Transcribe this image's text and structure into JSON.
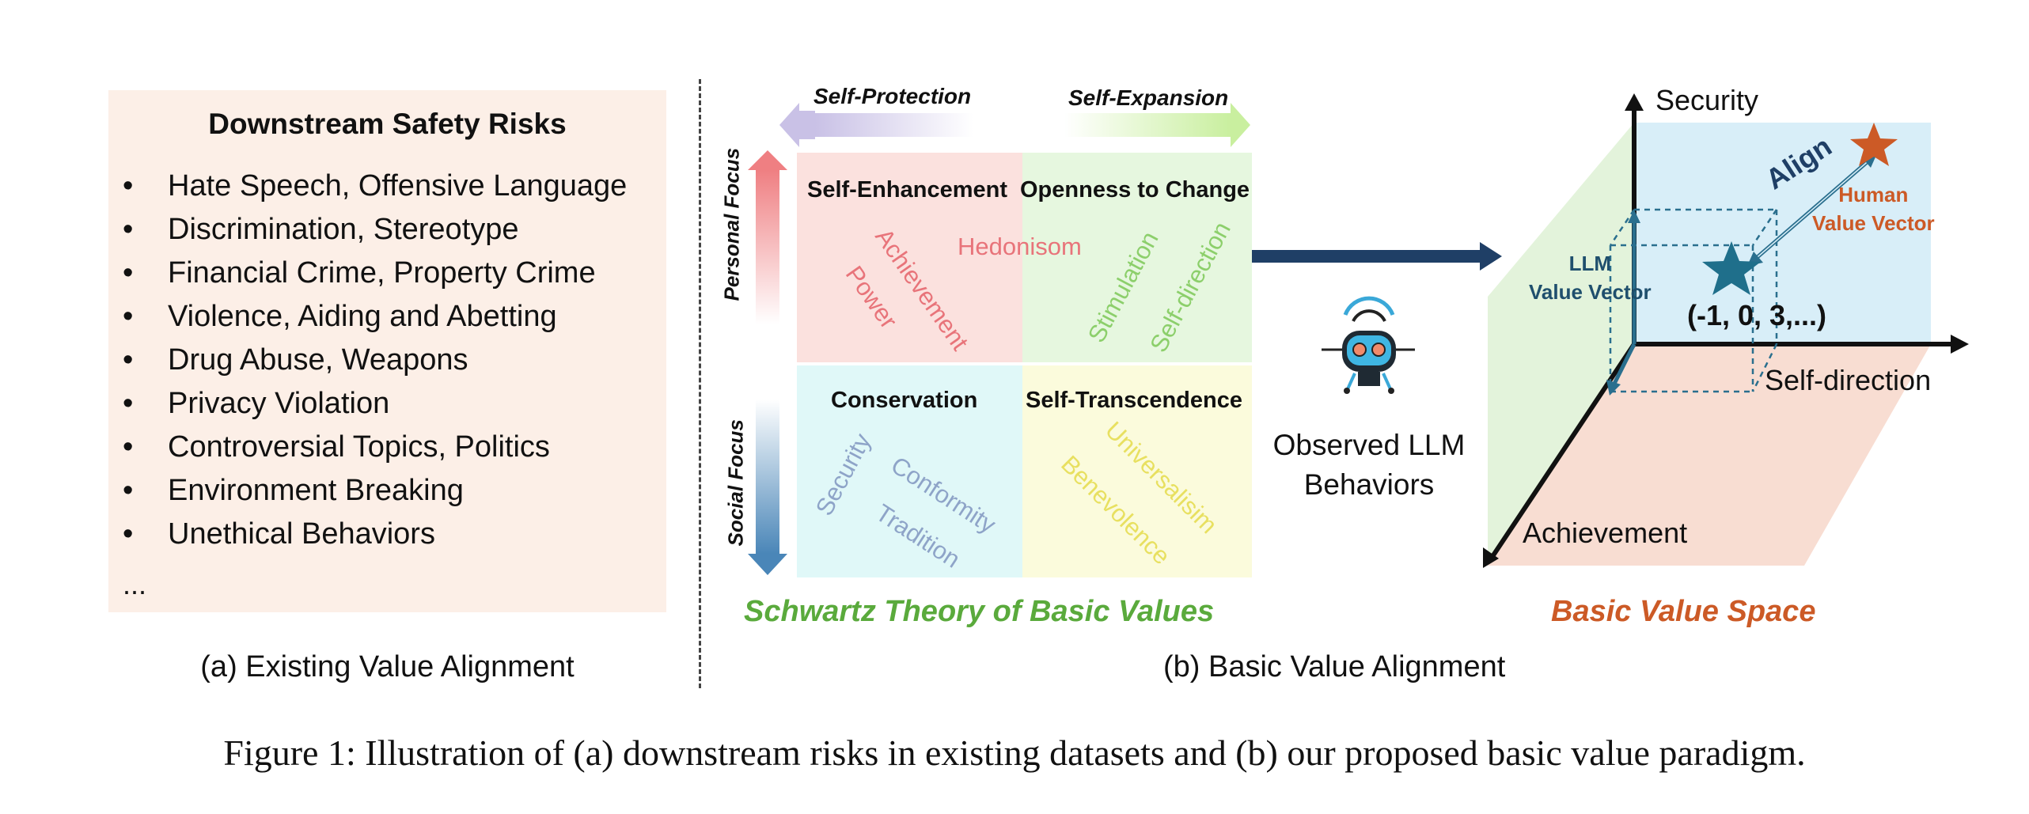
{
  "panel_a": {
    "title": "Downstream Safety Risks",
    "bullet": "•",
    "items": [
      "Hate Speech, Offensive Language",
      "Discrimination, Stereotype",
      "Financial Crime, Property Crime",
      "Violence, Aiding and Abetting",
      "Drug Abuse, Weapons",
      "Privacy Violation",
      "Controversial Topics, Politics",
      "Environment Breaking",
      "Unethical Behaviors"
    ],
    "more": "...",
    "caption": "(a) Existing Value Alignment"
  },
  "panel_b": {
    "self_protection": "Self-Protection",
    "self_expansion": "Self-Expansion",
    "personal_focus": "Personal Focus",
    "social_focus": "Social Focus",
    "quadrants": {
      "self_enhancement": {
        "title": "Self-Enhancement",
        "values": [
          "Achievement",
          "Power"
        ]
      },
      "openness": {
        "title": "Openness to Change",
        "values": [
          "Stimulation",
          "Self-direction"
        ]
      },
      "hedonism": "Hedonisom",
      "conservation": {
        "title": "Conservation",
        "values": [
          "Security",
          "Conformity",
          "Tradition"
        ]
      },
      "self_transcendence": {
        "title": "Self-Transcendence",
        "values": [
          "Universalisim",
          "Benevolence"
        ]
      }
    },
    "schwartz_title": "Schwartz Theory of Basic Values",
    "observed_line1": "Observed LLM",
    "observed_line2": "Behaviors",
    "space": {
      "axis_security": "Security",
      "axis_self_direction": "Self-direction",
      "axis_achievement": "Achievement",
      "align": "Align",
      "human_vector_line1": "Human",
      "human_vector_line2": "Value Vector",
      "llm_vector_line1": "LLM",
      "llm_vector_line2": "Value Vector",
      "coordinates": "(-1, 0, 3,...)",
      "title": "Basic Value Space"
    },
    "caption": "(b) Basic Value Alignment"
  },
  "figure_caption": "Figure 1: Illustration of (a) downstream risks in existing datasets and (b) our proposed basic value paradigm.",
  "colors": {
    "risk_box": "#fcefe7",
    "enhancement_text": "#e8747a",
    "openness_text": "#8ccf6b",
    "conservation_text": "#8ea4c8",
    "transcendence_text": "#e8e060",
    "schwartz_title": "#5aaa3c",
    "space_title": "#cc5a26",
    "llm_star": "#1f6f8b",
    "human_star": "#cc5a26",
    "flow_arrow": "#1f3f66"
  }
}
